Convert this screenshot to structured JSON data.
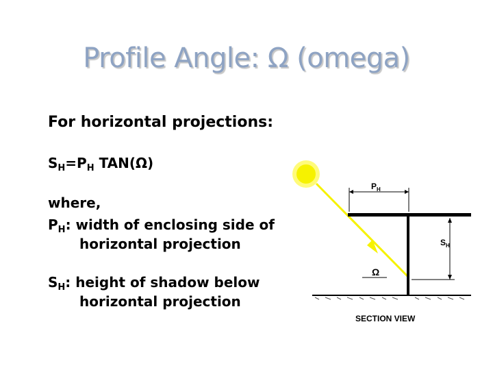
{
  "title": "Profile Angle: Ω (omega)",
  "heading": "For horizontal projections:",
  "equation": {
    "s": "S",
    "h1": "H",
    "eq": "=P",
    "h2": "H",
    "rest": " TAN(Ω)"
  },
  "where": "where,",
  "ph_def": {
    "p": "P",
    "h": "H",
    "line1": ": width of enclosing side of",
    "line2": "horizontal projection"
  },
  "sh_def": {
    "s": "S",
    "h": "H",
    "line1": ": height of shadow below",
    "line2": "horizontal projection"
  },
  "diagram": {
    "ph_label": "P",
    "ph_sub": "H",
    "sh_label": "S",
    "sh_sub": "H",
    "omega_label": "Ω",
    "caption": "SECTION VIEW",
    "colors": {
      "sun": "#f6f200",
      "sun_ring": "#fffb7a",
      "ray": "#f6f200",
      "lines": "#000000"
    }
  }
}
